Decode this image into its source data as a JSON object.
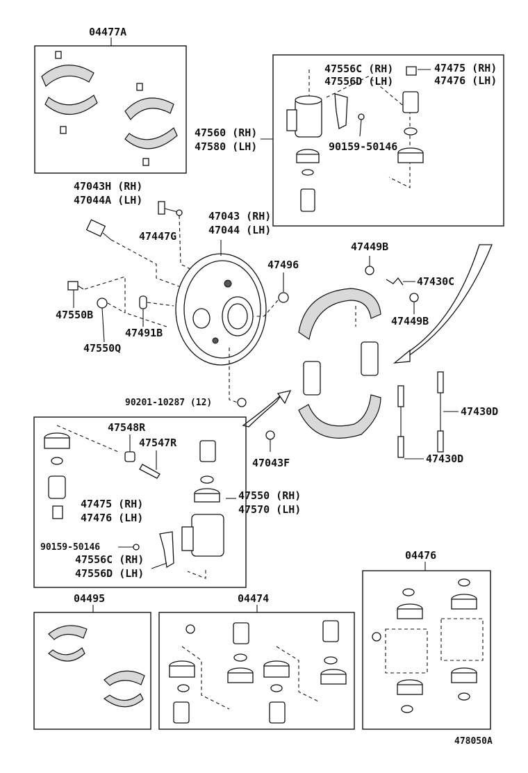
{
  "labels": {
    "kit_04477A": "04477A",
    "cyl_47556C": "47556C (RH)",
    "cyl_47556D": "47556D (LH)",
    "cap_47475": "47475 (RH)",
    "cap_47476": "47476 (LH)",
    "asm_47560": "47560 (RH)",
    "asm_47580": "47580 (LH)",
    "screw_90159_top": "90159-50146",
    "bolt_47043H": "47043H (RH)",
    "bolt_47044A": "47044A (LH)",
    "plate_47043": "47043 (RH)",
    "plate_47044": "47044 (LH)",
    "pin_47447G": "47447G",
    "plug_47496": "47496",
    "nut_47449B_top": "47449B",
    "spring_47430C": "47430C",
    "nut_47449B_bot": "47449B",
    "bolt_47550B": "47550B",
    "washer_47550Q": "47550Q",
    "plug_47491B": "47491B",
    "nut_90201": "90201-10287 (12)",
    "spring_47430D_a": "47430D",
    "spring_47430D_b": "47430D",
    "nut_47043F": "47043F",
    "cap_47548R": "47548R",
    "bleeder_47547R": "47547R",
    "asm_47550": "47550 (RH)",
    "asm_47570": "47570 (LH)",
    "cap_47475_b": "47475 (RH)",
    "cap_47476_b": "47476 (LH)",
    "screw_90159_bot": "90159-50146",
    "cyl_47556C_b": "47556C (RH)",
    "cyl_47556D_b": "47556D (LH)",
    "kit_04495": "04495",
    "kit_04474": "04474",
    "kit_04476": "04476",
    "diagram_id": "478050A"
  }
}
